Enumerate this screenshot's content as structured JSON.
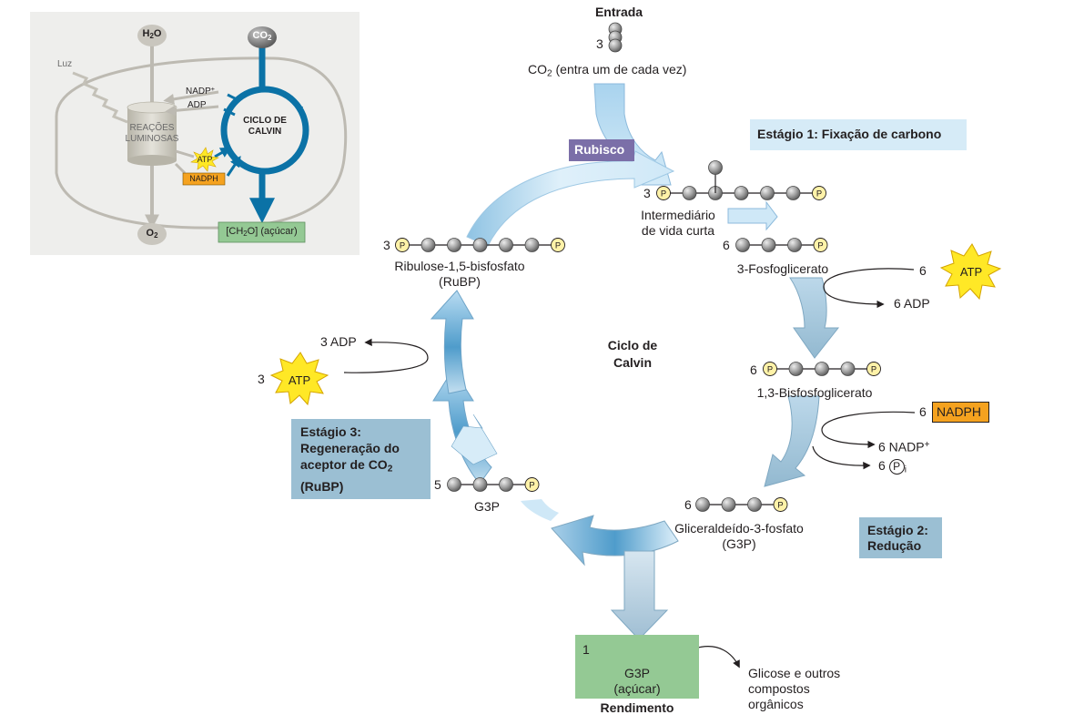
{
  "inset": {
    "water": "H",
    "water_sub": "2",
    "water_end": "O",
    "co2": "CO",
    "co2_sub": "2",
    "light": "Luz",
    "nadp": "NADP",
    "nadp_sup": "+",
    "adp": "ADP",
    "light_reactions_1": "REAÇÕES",
    "light_reactions_2": "LUMINOSAS",
    "calvin_1": "CICLO DE",
    "calvin_2": "CALVIN",
    "atp": "ATP",
    "nadph": "NADPH",
    "oxygen": "O",
    "oxygen_sub": "2",
    "sugar_1": "[CH",
    "sugar_sub": "2",
    "sugar_2": "O] (açúcar)"
  },
  "input": {
    "title": "Entrada",
    "count": "3",
    "co2_a": "CO",
    "co2_sub": "2",
    "co2_b": " (entra um de cada vez)"
  },
  "stage1": "Estágio 1: Fixação de carbono",
  "rubisco": "Rubisco",
  "intermediate": {
    "count": "3",
    "label_1": "Intermediário",
    "label_2": "de vida curta"
  },
  "pga": {
    "count": "6",
    "label": "3-Fosfoglicerato"
  },
  "atp_in": {
    "count": "6",
    "label": "ATP"
  },
  "adp_out": "6 ADP",
  "bpg": {
    "count": "6",
    "label": "1,3-Bisfosfoglicerato"
  },
  "nadph_in": {
    "count": "6",
    "label": "NADPH"
  },
  "nadp_out": {
    "text": "6 NADP",
    "sup": "+"
  },
  "pi_out": {
    "count": "6",
    "letter": "P",
    "sub": "i"
  },
  "g3p6": {
    "count": "6",
    "label_1": "Gliceraldeído-3-fosfato",
    "label_2": "(G3P)"
  },
  "stage2": {
    "line1": "Estágio 2:",
    "line2": "Redução"
  },
  "cycle": {
    "line1": "Ciclo de",
    "line2": "Calvin"
  },
  "rubp": {
    "count": "3",
    "label_1": "Ribulose-1,5-bisfosfato",
    "label_2": "(RuBP)"
  },
  "adp3": "3 ADP",
  "atp3": {
    "count": "3",
    "label": "ATP"
  },
  "stage3": {
    "line1": "Estágio 3:",
    "line2": "Regeneração do",
    "line3a": "aceptor de CO",
    "line3sub": "2",
    "line4": "(RuBP)"
  },
  "g3p5": {
    "count": "5",
    "label": "G3P"
  },
  "output": {
    "count": "1",
    "label_1": "G3P",
    "label_2": "(açúcar)",
    "title": "Rendimento"
  },
  "glucose": {
    "line1": "Glicose e outros",
    "line2": "compostos",
    "line3": "orgânicos"
  },
  "phosphate_letter": "P",
  "colors": {
    "inset_bg": "#eeeeec",
    "calvin_blue": "#0b72a6",
    "stage1_box": "#d6ebf7",
    "stage_box": "#9bbfd3",
    "rubisco_box": "#7b6fa8",
    "output_box": "#94c994",
    "atp_star": "#ffe826",
    "nadph_box": "#f5a21f",
    "carbon": "#9a9a9a",
    "phosphate": "#fff2a8"
  }
}
